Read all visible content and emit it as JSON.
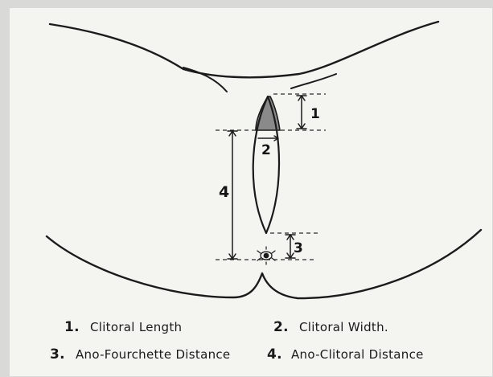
{
  "diagram": {
    "markers": {
      "m1": "1",
      "m2": "2",
      "m3": "3",
      "m4": "4"
    },
    "legend": [
      {
        "num": "1.",
        "text": "Clitoral Length"
      },
      {
        "num": "2.",
        "text": "Clitoral Width."
      },
      {
        "num": "3.",
        "text": "Ano-Fourchette Distance"
      },
      {
        "num": "4.",
        "text": "Ano-Clitoral Distance"
      }
    ]
  }
}
